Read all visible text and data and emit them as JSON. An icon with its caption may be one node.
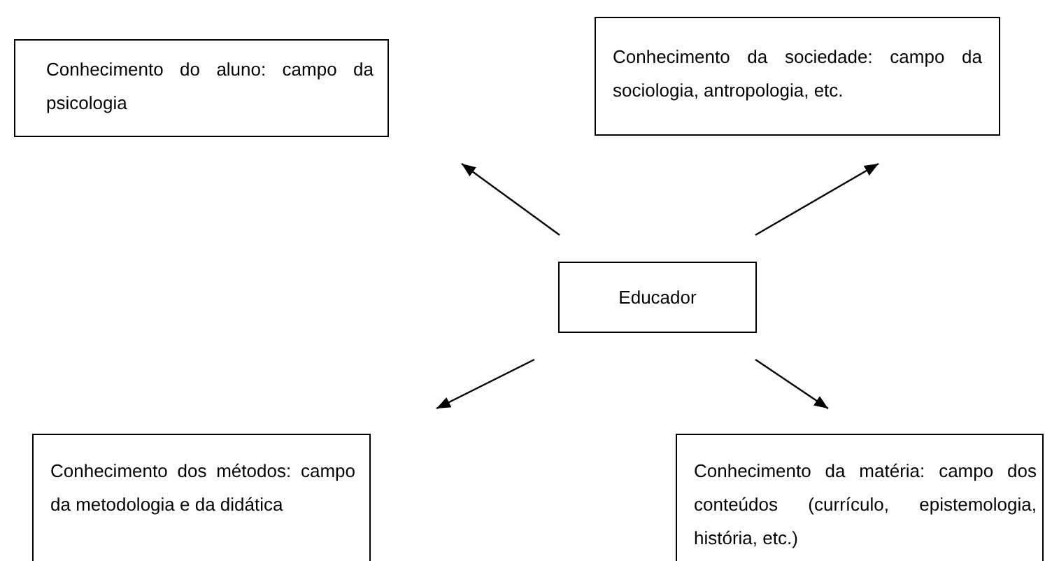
{
  "diagram": {
    "nodes": [
      {
        "text": [
          "Conhecimento do aluno: campo da psicologia"
        ]
      },
      {
        "text": [
          "Conhecimento da sociedade: campo da sociologia, antropologia, etc."
        ]
      },
      {
        "text": [
          "Educador"
        ]
      },
      {
        "text": [
          "Conhecimento dos métodos: campo da metodologia e da didática"
        ]
      },
      {
        "text": [
          "Conhecimento da matéria: campo dos conteúdos (currículo, epistemologia, história, etc.)"
        ]
      }
    ],
    "edges": [
      {
        "from": 2,
        "to": 0,
        "arrow": "to"
      },
      {
        "from": 2,
        "to": 1,
        "arrow": "to"
      },
      {
        "from": 2,
        "to": 3,
        "arrow": "to"
      },
      {
        "from": 2,
        "to": 4,
        "arrow": "to"
      }
    ]
  }
}
